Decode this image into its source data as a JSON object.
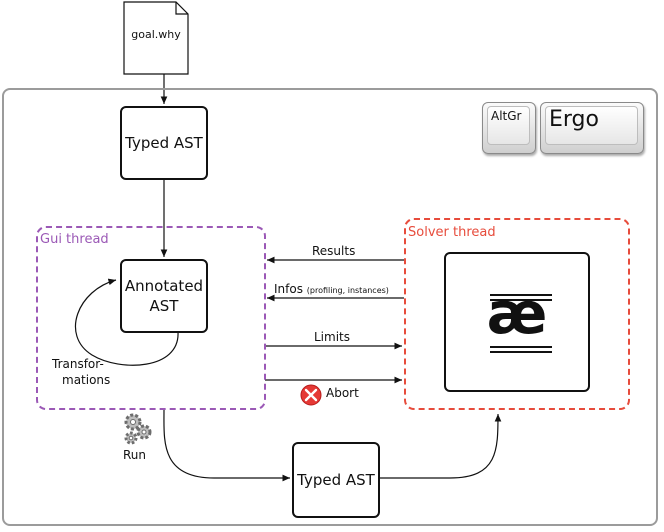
{
  "input_file": {
    "label": "goal.why"
  },
  "typed_ast_top": {
    "label": "Typed AST"
  },
  "keys": {
    "altgr": "AltGr",
    "ergo": "Ergo"
  },
  "gui_thread": {
    "label": "Gui thread",
    "annotated_ast_line1": "Annotated",
    "annotated_ast_line2": "AST",
    "transformations_line1": "Transfor-",
    "transformations_line2": "mations"
  },
  "solver_thread": {
    "label": "Solver thread",
    "logo_glyph": "æ"
  },
  "messages": {
    "results": "Results",
    "infos": "Infos",
    "infos_detail": "(profiling, instances)",
    "limits": "Limits",
    "abort": "Abort"
  },
  "run": {
    "label": "Run"
  },
  "typed_ast_bottom": {
    "label": "Typed AST"
  },
  "colors": {
    "gui": "#9b59b6",
    "solver": "#e74c3c",
    "abort": "#e53935",
    "frame": "#9b9b9b"
  },
  "icons": {
    "file": "document-icon",
    "run": "gears-icon",
    "abort": "close-circle-icon",
    "logo": "alt-ergo-logo"
  }
}
